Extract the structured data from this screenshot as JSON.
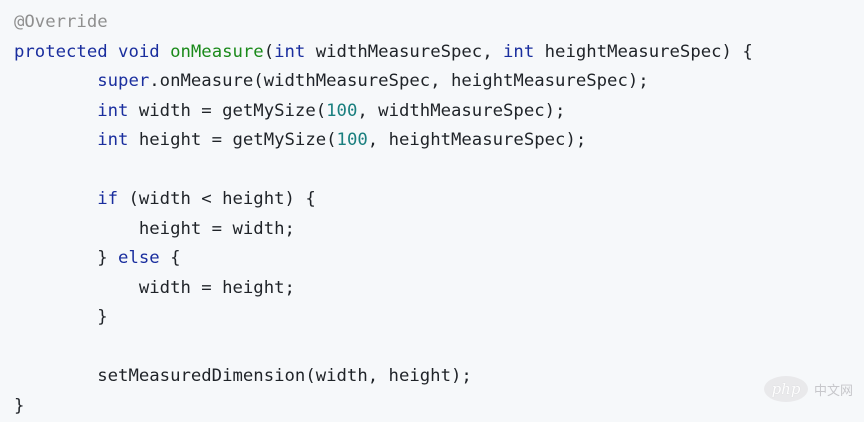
{
  "code": {
    "lines": [
      [
        {
          "t": "@Override",
          "c": "annotation"
        }
      ],
      [
        {
          "t": "protected",
          "c": "keyword"
        },
        {
          "t": " ",
          "c": "plain"
        },
        {
          "t": "void",
          "c": "keyword"
        },
        {
          "t": " ",
          "c": "plain"
        },
        {
          "t": "onMeasure",
          "c": "method"
        },
        {
          "t": "(",
          "c": "plain"
        },
        {
          "t": "int",
          "c": "keyword"
        },
        {
          "t": " widthMeasureSpec, ",
          "c": "plain"
        },
        {
          "t": "int",
          "c": "keyword"
        },
        {
          "t": " heightMeasureSpec) {",
          "c": "plain"
        }
      ],
      [
        {
          "t": "        ",
          "c": "plain"
        },
        {
          "t": "super",
          "c": "keyword"
        },
        {
          "t": ".onMeasure(widthMeasureSpec, heightMeasureSpec);",
          "c": "plain"
        }
      ],
      [
        {
          "t": "        ",
          "c": "plain"
        },
        {
          "t": "int",
          "c": "keyword"
        },
        {
          "t": " width = getMySize(",
          "c": "plain"
        },
        {
          "t": "100",
          "c": "number"
        },
        {
          "t": ", widthMeasureSpec);",
          "c": "plain"
        }
      ],
      [
        {
          "t": "        ",
          "c": "plain"
        },
        {
          "t": "int",
          "c": "keyword"
        },
        {
          "t": " height = getMySize(",
          "c": "plain"
        },
        {
          "t": "100",
          "c": "number"
        },
        {
          "t": ", heightMeasureSpec);",
          "c": "plain"
        }
      ],
      [],
      [
        {
          "t": "        ",
          "c": "plain"
        },
        {
          "t": "if",
          "c": "keyword"
        },
        {
          "t": " (width < height) {",
          "c": "plain"
        }
      ],
      [
        {
          "t": "            height = width;",
          "c": "plain"
        }
      ],
      [
        {
          "t": "        } ",
          "c": "plain"
        },
        {
          "t": "else",
          "c": "keyword"
        },
        {
          "t": " {",
          "c": "plain"
        }
      ],
      [
        {
          "t": "            width = height;",
          "c": "plain"
        }
      ],
      [
        {
          "t": "        }",
          "c": "plain"
        }
      ],
      [],
      [
        {
          "t": "        setMeasuredDimension(width, height);",
          "c": "plain"
        }
      ],
      [
        {
          "t": "}",
          "c": "plain"
        }
      ]
    ]
  },
  "watermark": {
    "logo_text": "php",
    "site_text": "中文网"
  },
  "colors": {
    "background": "#f6f8fa",
    "annotation": "#8f8f8f",
    "keyword": "#1a2e9e",
    "method": "#1a8a1a",
    "number": "#1a7f7f",
    "text": "#1f2328"
  }
}
